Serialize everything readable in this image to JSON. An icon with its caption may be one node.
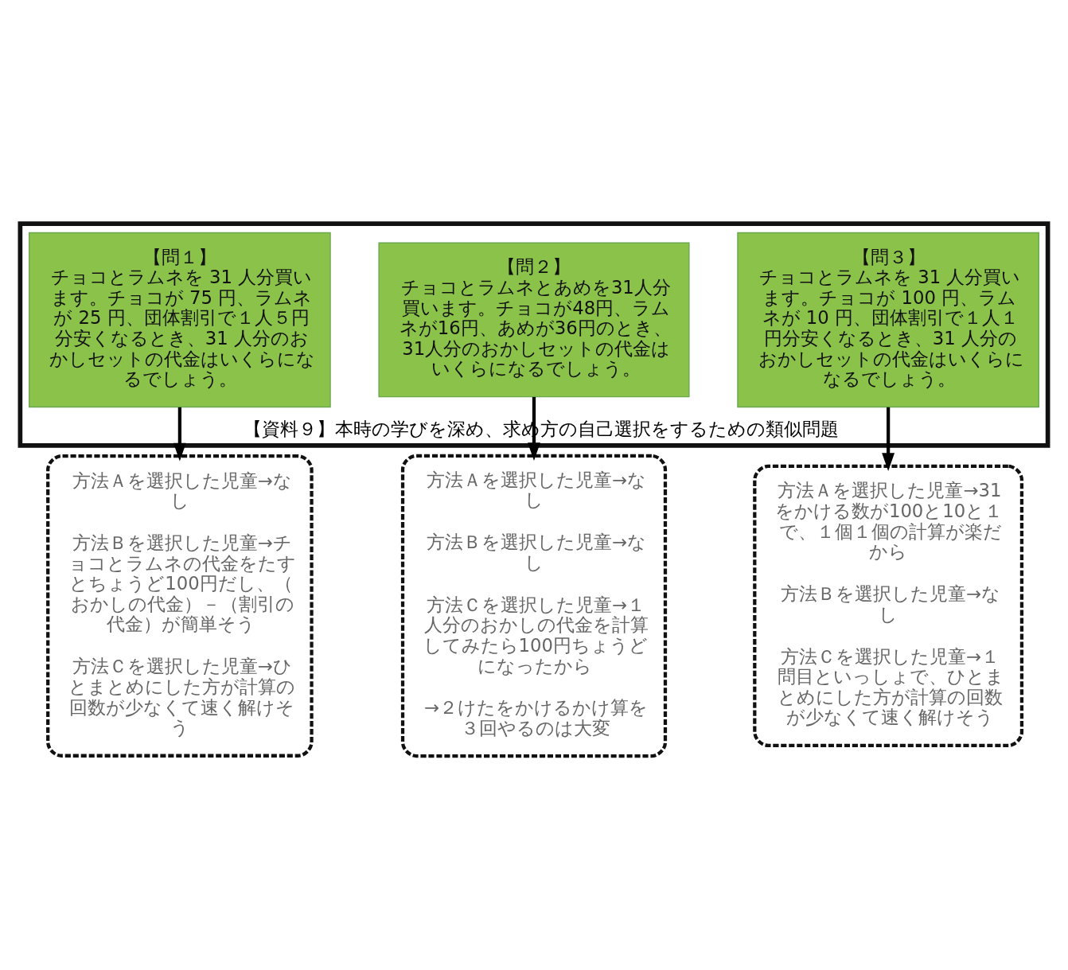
{
  "diagram": {
    "nodes": [
      {
        "text": [
          "【資料９】本時の学びを深め、求め方の自己選択をするための類似問題"
        ]
      },
      {
        "text": [
          "【問１】",
          "チョコとラムネを 31 人分買います。チョコが 75 円、ラムネが 25 円、団体割引で１人５円分安くなるとき、31 人分のおかしセットの代金はいくらになるでしょう。"
        ],
        "in": 0
      },
      {
        "text": [
          "【問２】",
          "チョコとラムネとあめを31人分買います。チョコが48円、ラムネが16円、あめが36円のとき、31人分のおかしセットの代金はいくらになるでしょう。"
        ],
        "in": 0
      },
      {
        "text": [
          "【問３】",
          "チョコとラムネを 31 人分買います。チョコが 100 円、ラムネが 10 円、団体割引で１人１円分安くなるとき、31 人分のおかしセットの代金はいくらになるでしょう。"
        ],
        "in": 0
      },
      {
        "text": [
          "方法Ａを選択した児童→なし",
          "方法Ｂを選択した児童→チョコとラムネの代金をたすとちょうど100円だし、（おかしの代金）－（割引の代金）が簡単そう",
          "方法Ｃを選択した児童→ひとまとめにした方が計算の回数が少なくて速く解けそう"
        ]
      },
      {
        "text": [
          "方法Ａを選択した児童→なし",
          "方法Ｂを選択した児童→なし",
          "方法Ｃを選択した児童→１人分のおかしの代金を計算してみたら100円ちょうどになったから",
          "→２けたをかけるかけ算を３回やるのは大変"
        ]
      },
      {
        "text": [
          "方法Ａを選択した児童→31をかける数が100と10と１で、１個１個の計算が楽だから",
          "方法Ｂを選択した児童→なし",
          "方法Ｃを選択した児童→１問目といっしょで、ひとまとめにした方が計算の回数が少なくて速く解けそう"
        ]
      }
    ],
    "edges": [
      {
        "from": 1,
        "to": 4,
        "arrow": "to"
      },
      {
        "from": 2,
        "to": 5,
        "arrow": "to"
      },
      {
        "from": 3,
        "to": 6,
        "arrow": "to"
      }
    ]
  }
}
